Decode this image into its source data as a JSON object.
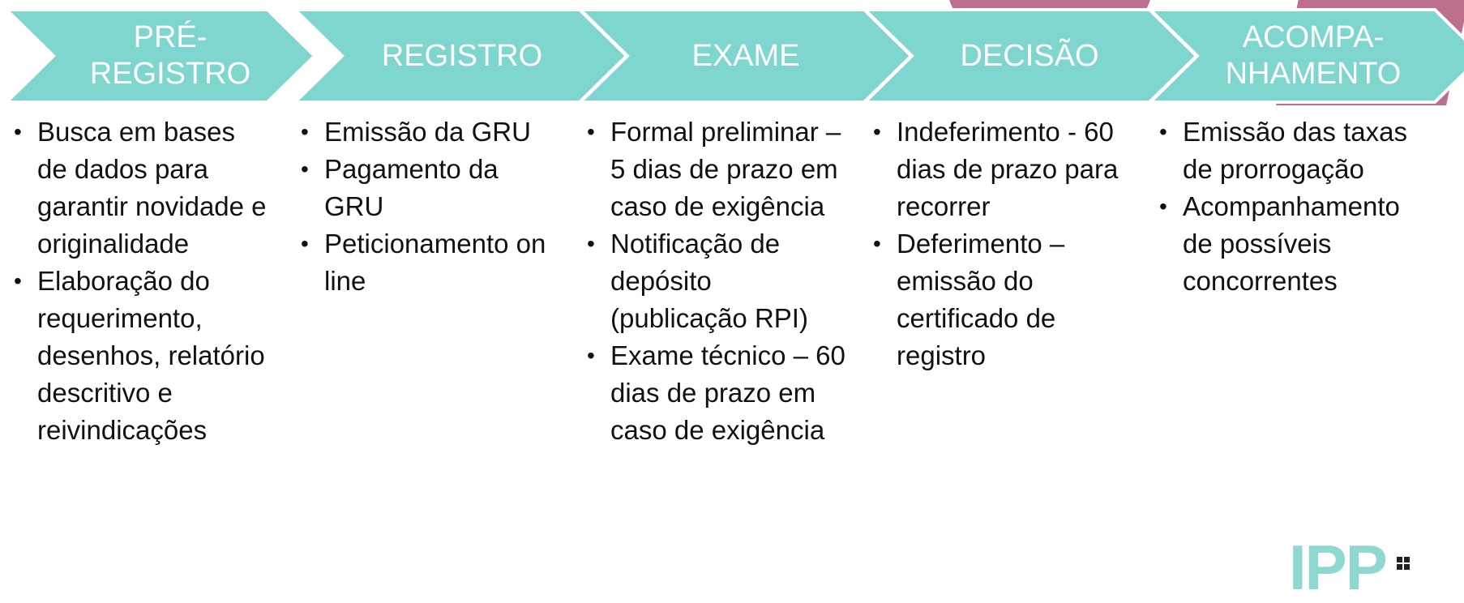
{
  "stages": [
    {
      "title": "PRÉ-\nREGISTRO",
      "items": [
        "Busca em bases de dados para garantir novidade e originalidade",
        "Elaboração do requerimento, desenhos, relatório descritivo e reivindicações"
      ]
    },
    {
      "title": "REGISTRO",
      "items": [
        "Emissão da GRU",
        "Pagamento da GRU",
        "Peticionamento on line"
      ]
    },
    {
      "title": "EXAME",
      "items": [
        "Formal preliminar – 5 dias de prazo em caso de exigência",
        "Notificação de depósito (publicação RPI)",
        "Exame técnico – 60 dias de prazo em caso de exigência"
      ]
    },
    {
      "title": "DECISÃO",
      "items": [
        "Indeferimento - 60 dias de prazo para recorrer",
        "Deferimento – emissão do certificado de registro"
      ]
    },
    {
      "title": "ACOMPA-\nNHAMENTO",
      "items": [
        "Emissão das taxas de prorrogação",
        "Acompanhamento de possíveis concorrentes"
      ]
    }
  ],
  "logo": {
    "text": "IPP"
  },
  "colors": {
    "chevron": "#7fd6cf",
    "chevron_border": "#ffffff",
    "decoration": "#b0567a",
    "text": "#111111"
  }
}
